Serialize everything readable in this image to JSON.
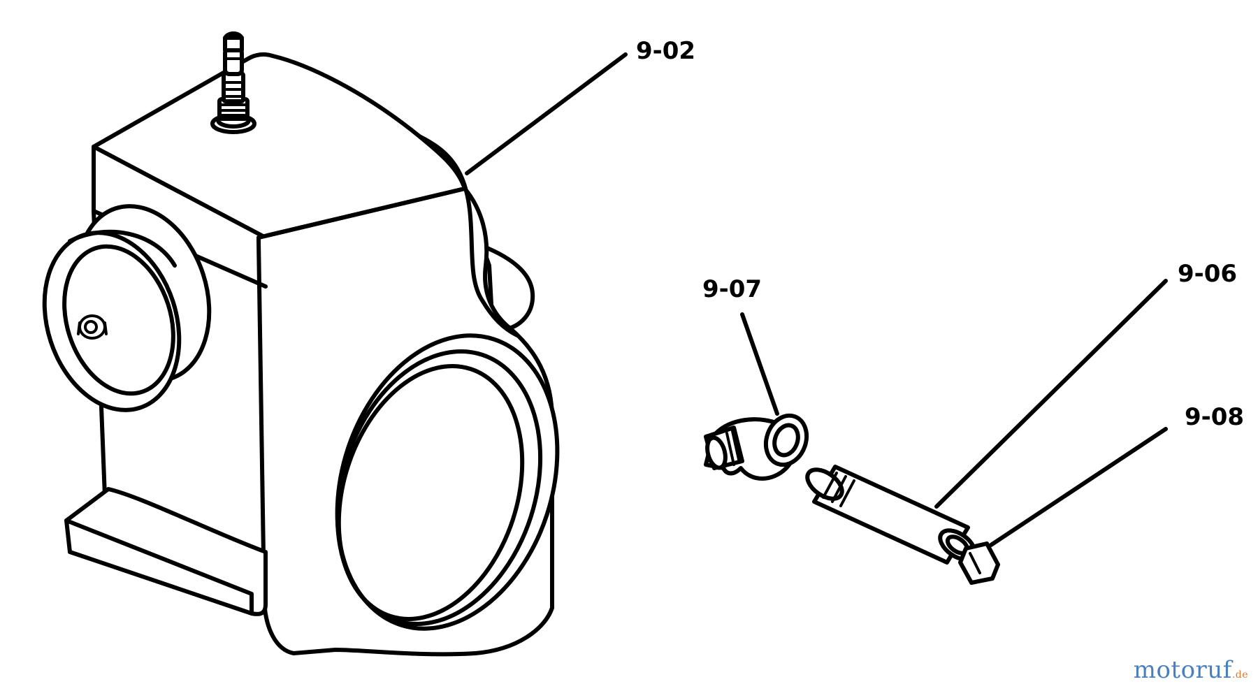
{
  "diagram": {
    "parts": [
      {
        "id": "9-02",
        "label": "9-02"
      },
      {
        "id": "9-07",
        "label": "9-07"
      },
      {
        "id": "9-06",
        "label": "9-06"
      },
      {
        "id": "9-08",
        "label": "9-08"
      }
    ]
  },
  "watermark": {
    "main": "motoruf",
    "tld": ".de",
    "colors": {
      "main": "#4a7fbf",
      "tld": "#e07a2a"
    }
  }
}
